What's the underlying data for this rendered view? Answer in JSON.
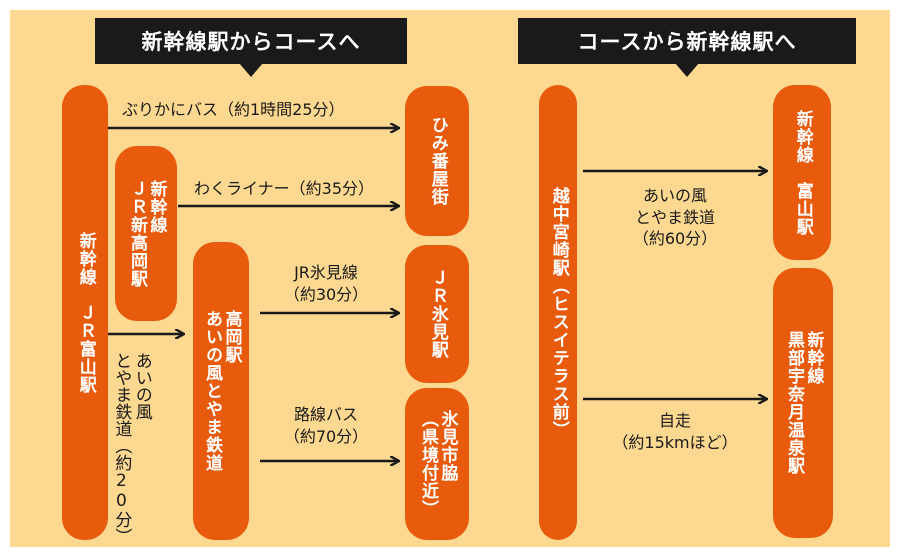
{
  "headers": {
    "left": "新幹線駅からコースへ",
    "right": "コースから新幹線駅へ"
  },
  "stations": {
    "jr_toyama": "新幹線　ＪＲ富山駅",
    "shin_takaoka": "新幹線\nＪＲ新高岡駅",
    "takaoka": "高岡駅\nあいの風とやま鉄道",
    "himi_banya": "ひみ番屋街",
    "jr_himi": "ＪＲ氷見駅",
    "himi_shiyakusho": "氷見市脇\n（県境付近）",
    "etchu_miyazaki": "越中宮崎駅（ヒスイテラス前）",
    "shinkansen_toyama": "新幹線　富山駅",
    "kurobe_unazuki": "新幹線\n黒部宇奈月温泉駅"
  },
  "routes": {
    "buri_bus": "ぶりかにバス（約1時間25分）",
    "waku_liner": "わくライナー（約35分）",
    "jr_himi_line_1": "JR氷見線",
    "jr_himi_line_2": "（約30分）",
    "rosen_bus_1": "路線バス",
    "rosen_bus_2": "（約70分）",
    "ainokaze_left": "あいの風\nとやま鉄道（約20分）",
    "ainokaze_right_1": "あいの風",
    "ainokaze_right_2": "とやま鉄道",
    "ainokaze_right_3": "（約60分）",
    "jisou_1": "自走",
    "jisou_2": "（約15kmほど）"
  }
}
